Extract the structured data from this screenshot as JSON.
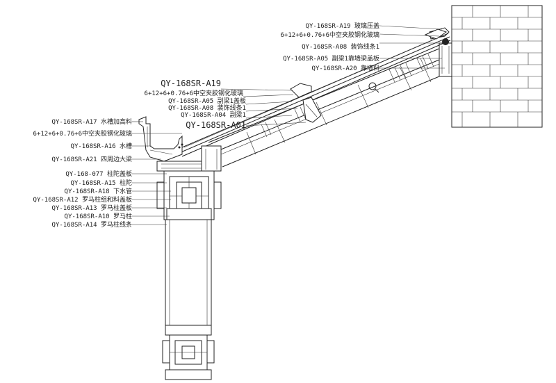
{
  "labels_right": [
    "QY-168SR-A19 玻璃压盖",
    "6+12+6+0.76+6中空夹胶钢化玻璃",
    "QY-168SR-A08 装饰线条1",
    "QY-168SR-A05 副梁1靠墙梁盖板",
    "QY-168SR-A20 靠墙料"
  ],
  "labels_middle": [
    "QY-168SR-A19",
    "6+12+6+0.76+6中空夹胶钢化玻璃",
    "QY-168SR-A05 副梁1盖板",
    "QY-168SR-A08 装饰线条1",
    "QY-168SR-A04 副梁1",
    "QY-168SR-A01"
  ],
  "labels_left": [
    "QY-168SR-A17 水槽加高料",
    "6+12+6+0.76+6中空夹胶钢化玻璃",
    "QY-168SR-A16 水槽",
    "QY-168SR-A21 四周边大梁",
    "QY-168-077 柱陀盖板",
    "QY-168SR-A15  柱陀",
    "QY-168SR-A18 下水管",
    "QY-168SR-A12 罗马柱组和料盖板",
    "QY-168SR-A13 罗马柱盖板",
    "QY-168SR-A10 罗马柱",
    "QY-168SR-A14 罗马柱线条"
  ]
}
